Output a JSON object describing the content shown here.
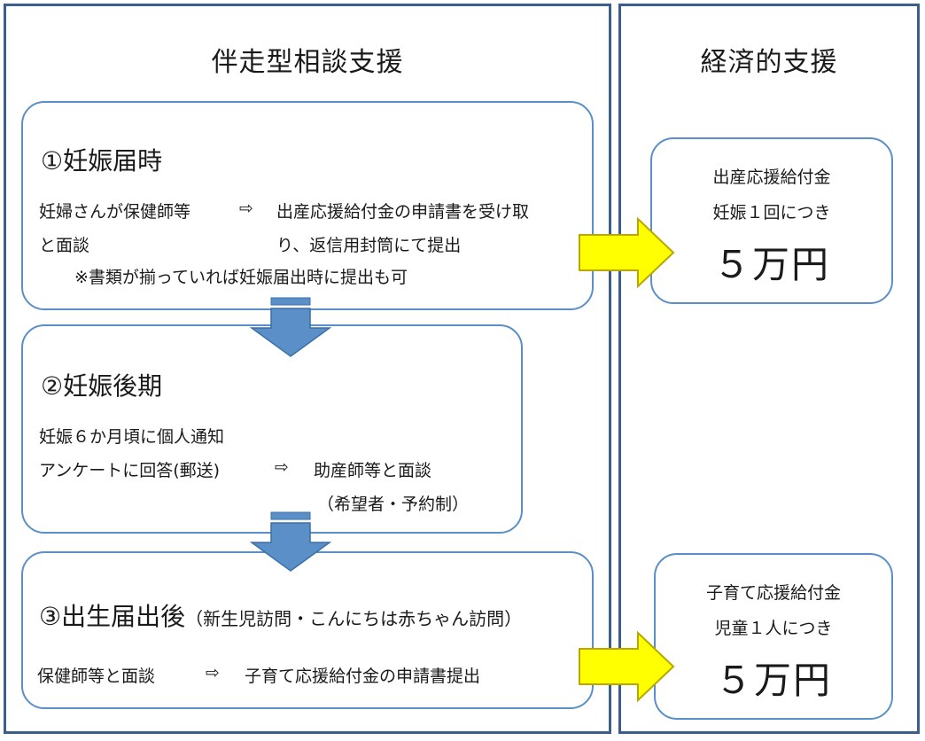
{
  "left_panel": {
    "title": "伴走型相談支援",
    "step1": {
      "title": "①妊娠届時",
      "line1_left": "妊婦さんが保健師等",
      "line1_arrow": "⇨",
      "line1_right": "出産応援給付金の申請書を受け取",
      "line2_left": "と面談",
      "line2_right": "り、返信用封筒にて提出",
      "note": "※書類が揃っていれば妊娠届出時に提出も可"
    },
    "step2": {
      "title": "②妊娠後期",
      "line1": "妊娠６か月頃に個人通知",
      "line2_left": "アンケートに回答(郵送)",
      "line2_arrow": "⇨",
      "line2_right": "助産師等と面談",
      "line3": "（希望者・予約制）"
    },
    "step3": {
      "title": "③出生届出後",
      "subtitle": "（新生児訪問・こんにちは赤ちゃん訪問）",
      "line1_left": "保健師等と面談",
      "line1_arrow": "⇨",
      "line1_right": "子育て応援給付金の申請書提出"
    }
  },
  "right_panel": {
    "title": "経済的支援",
    "birth_support": {
      "line1": "出産応援給付金",
      "line2": "妊娠１回につき",
      "amount": "５万円"
    },
    "child_support": {
      "line1": "子育て応援給付金",
      "line2": "児童１人につき",
      "amount": "５万円"
    }
  },
  "colors": {
    "panel_border": "#3a5f8a",
    "box_border": "#5b8fc8",
    "down_arrow_fill": "#5b8fc8",
    "right_arrow_fill": "#ffff00",
    "right_arrow_stroke": "#b8a800"
  }
}
